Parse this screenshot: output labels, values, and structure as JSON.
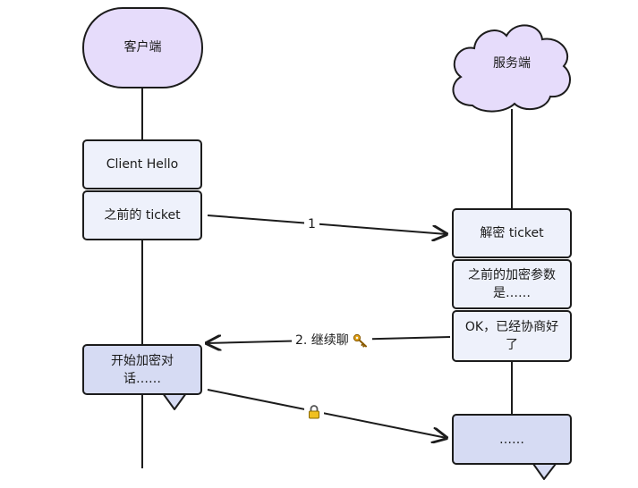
{
  "client": {
    "title": "客户端",
    "messages": [
      "Client Hello",
      "之前的 ticket",
      "开始加密对话……"
    ]
  },
  "server": {
    "title": "服务端",
    "messages": [
      "解密 ticket",
      "之前的加密参数是……",
      "OK，已经协商好了",
      "……"
    ]
  },
  "arrows": [
    {
      "label": "1"
    },
    {
      "label": "2. 继续聊",
      "icon": "key-icon"
    },
    {
      "label": "",
      "icon": "lock-icon"
    }
  ],
  "colors": {
    "lifeline_head": "#e6dcfb",
    "box_light": "#eef1fb",
    "box_dark": "#d6dbf3",
    "stroke": "#1c1c1c",
    "key": "#e0a21a",
    "lock": "#f0c020"
  }
}
